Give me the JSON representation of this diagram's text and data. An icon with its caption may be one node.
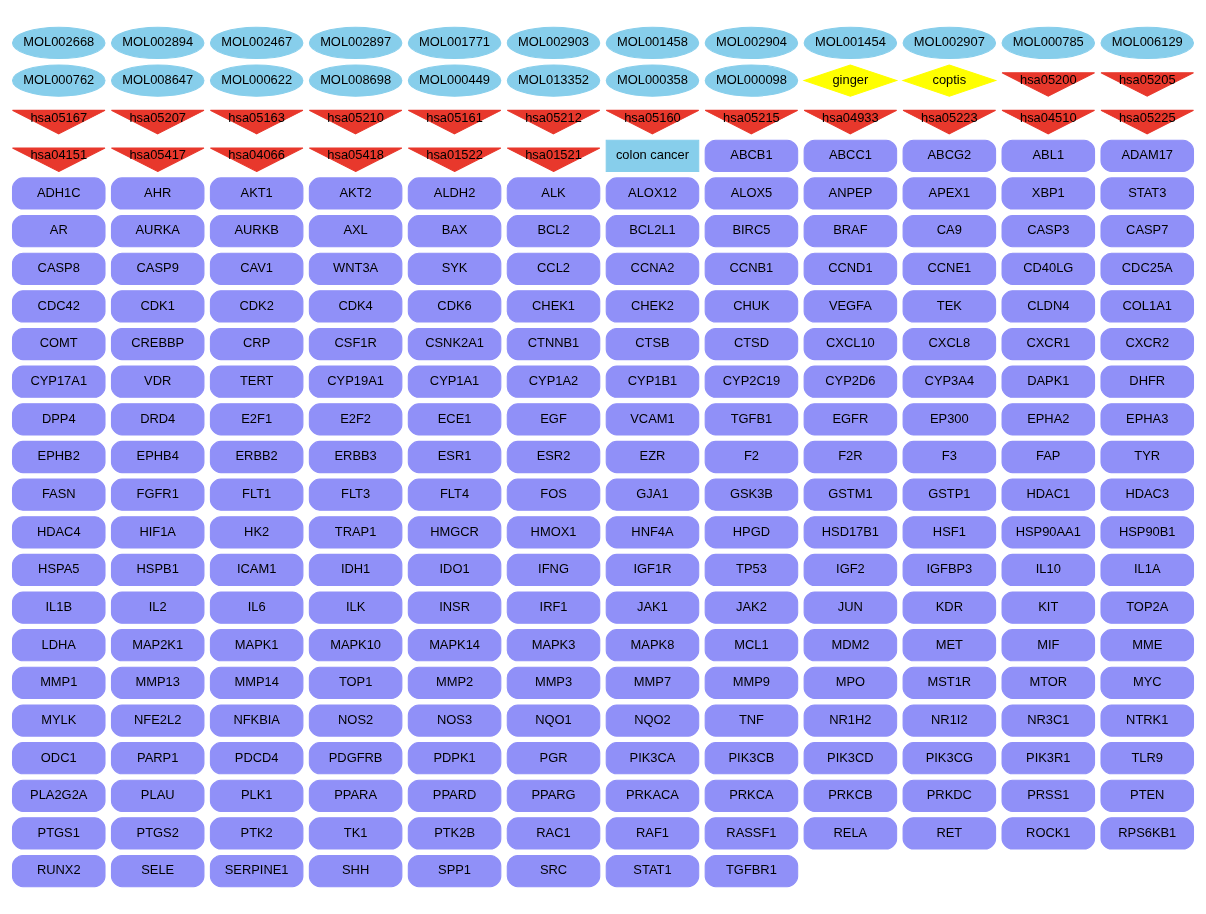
{
  "diagram": {
    "nodes": [
      {
        "text": [
          "MOL002668"
        ]
      },
      {
        "text": [
          "MOL002894"
        ]
      },
      {
        "text": [
          "MOL002467"
        ]
      },
      {
        "text": [
          "MOL002897"
        ]
      },
      {
        "text": [
          "MOL001771"
        ]
      },
      {
        "text": [
          "MOL002903"
        ]
      },
      {
        "text": [
          "MOL001458"
        ]
      },
      {
        "text": [
          "MOL002904"
        ]
      },
      {
        "text": [
          "MOL001454"
        ]
      },
      {
        "text": [
          "MOL002907"
        ]
      },
      {
        "text": [
          "MOL000785"
        ]
      },
      {
        "text": [
          "MOL006129"
        ]
      },
      {
        "text": [
          "MOL000762"
        ]
      },
      {
        "text": [
          "MOL008647"
        ]
      },
      {
        "text": [
          "MOL000622"
        ]
      },
      {
        "text": [
          "MOL008698"
        ]
      },
      {
        "text": [
          "MOL000449"
        ]
      },
      {
        "text": [
          "MOL013352"
        ]
      },
      {
        "text": [
          "MOL000358"
        ]
      },
      {
        "text": [
          "MOL000098"
        ]
      },
      {
        "text": [
          "ginger"
        ]
      },
      {
        "text": [
          "coptis"
        ]
      },
      {
        "text": [
          "hsa05200"
        ]
      },
      {
        "text": [
          "hsa05205"
        ]
      },
      {
        "text": [
          "hsa05167"
        ]
      },
      {
        "text": [
          "hsa05207"
        ]
      },
      {
        "text": [
          "hsa05163"
        ]
      },
      {
        "text": [
          "hsa05210"
        ]
      },
      {
        "text": [
          "hsa05161"
        ]
      },
      {
        "text": [
          "hsa05212"
        ]
      },
      {
        "text": [
          "hsa05160"
        ]
      },
      {
        "text": [
          "hsa05215"
        ]
      },
      {
        "text": [
          "hsa04933"
        ]
      },
      {
        "text": [
          "hsa05223"
        ]
      },
      {
        "text": [
          "hsa04510"
        ]
      },
      {
        "text": [
          "hsa05225"
        ]
      },
      {
        "text": [
          "hsa04151"
        ]
      },
      {
        "text": [
          "hsa05417"
        ]
      },
      {
        "text": [
          "hsa04066"
        ]
      },
      {
        "text": [
          "hsa05418"
        ]
      },
      {
        "text": [
          "hsa01522"
        ]
      },
      {
        "text": [
          "hsa01521"
        ]
      },
      {
        "text": [
          "colon cancer"
        ]
      },
      {
        "text": [
          "ABCB1"
        ]
      },
      {
        "text": [
          "ABCC1"
        ]
      },
      {
        "text": [
          "ABCG2"
        ]
      },
      {
        "text": [
          "ABL1"
        ]
      },
      {
        "text": [
          "ADAM17"
        ]
      },
      {
        "text": [
          "ADH1C"
        ]
      },
      {
        "text": [
          "AHR"
        ]
      },
      {
        "text": [
          "AKT1"
        ]
      },
      {
        "text": [
          "AKT2"
        ]
      },
      {
        "text": [
          "ALDH2"
        ]
      },
      {
        "text": [
          "ALK"
        ]
      },
      {
        "text": [
          "ALOX12"
        ]
      },
      {
        "text": [
          "ALOX5"
        ]
      },
      {
        "text": [
          "ANPEP"
        ]
      },
      {
        "text": [
          "APEX1"
        ]
      },
      {
        "text": [
          "XBP1"
        ]
      },
      {
        "text": [
          "STAT3"
        ]
      },
      {
        "text": [
          "AR"
        ]
      },
      {
        "text": [
          "AURKA"
        ]
      },
      {
        "text": [
          "AURKB"
        ]
      },
      {
        "text": [
          "AXL"
        ]
      },
      {
        "text": [
          "BAX"
        ]
      },
      {
        "text": [
          "BCL2"
        ]
      },
      {
        "text": [
          "BCL2L1"
        ]
      },
      {
        "text": [
          "BIRC5"
        ]
      },
      {
        "text": [
          "BRAF"
        ]
      },
      {
        "text": [
          "CA9"
        ]
      },
      {
        "text": [
          "CASP3"
        ]
      },
      {
        "text": [
          "CASP7"
        ]
      },
      {
        "text": [
          "CASP8"
        ]
      },
      {
        "text": [
          "CASP9"
        ]
      },
      {
        "text": [
          "CAV1"
        ]
      },
      {
        "text": [
          "WNT3A"
        ]
      },
      {
        "text": [
          "SYK"
        ]
      },
      {
        "text": [
          "CCL2"
        ]
      },
      {
        "text": [
          "CCNA2"
        ]
      },
      {
        "text": [
          "CCNB1"
        ]
      },
      {
        "text": [
          "CCND1"
        ]
      },
      {
        "text": [
          "CCNE1"
        ]
      },
      {
        "text": [
          "CD40LG"
        ]
      },
      {
        "text": [
          "CDC25A"
        ]
      },
      {
        "text": [
          "CDC42"
        ]
      },
      {
        "text": [
          "CDK1"
        ]
      },
      {
        "text": [
          "CDK2"
        ]
      },
      {
        "text": [
          "CDK4"
        ]
      },
      {
        "text": [
          "CDK6"
        ]
      },
      {
        "text": [
          "CHEK1"
        ]
      },
      {
        "text": [
          "CHEK2"
        ]
      },
      {
        "text": [
          "CHUK"
        ]
      },
      {
        "text": [
          "VEGFA"
        ]
      },
      {
        "text": [
          "TEK"
        ]
      },
      {
        "text": [
          "CLDN4"
        ]
      },
      {
        "text": [
          "COL1A1"
        ]
      },
      {
        "text": [
          "COMT"
        ]
      },
      {
        "text": [
          "CREBBP"
        ]
      },
      {
        "text": [
          "CRP"
        ]
      },
      {
        "text": [
          "CSF1R"
        ]
      },
      {
        "text": [
          "CSNK2A1"
        ]
      },
      {
        "text": [
          "CTNNB1"
        ]
      },
      {
        "text": [
          "CTSB"
        ]
      },
      {
        "text": [
          "CTSD"
        ]
      },
      {
        "text": [
          "CXCL10"
        ]
      },
      {
        "text": [
          "CXCL8"
        ]
      },
      {
        "text": [
          "CXCR1"
        ]
      },
      {
        "text": [
          "CXCR2"
        ]
      },
      {
        "text": [
          "CYP17A1"
        ]
      },
      {
        "text": [
          "VDR"
        ]
      },
      {
        "text": [
          "TERT"
        ]
      },
      {
        "text": [
          "CYP19A1"
        ]
      },
      {
        "text": [
          "CYP1A1"
        ]
      },
      {
        "text": [
          "CYP1A2"
        ]
      },
      {
        "text": [
          "CYP1B1"
        ]
      },
      {
        "text": [
          "CYP2C19"
        ]
      },
      {
        "text": [
          "CYP2D6"
        ]
      },
      {
        "text": [
          "CYP3A4"
        ]
      },
      {
        "text": [
          "DAPK1"
        ]
      },
      {
        "text": [
          "DHFR"
        ]
      },
      {
        "text": [
          "DPP4"
        ]
      },
      {
        "text": [
          "DRD4"
        ]
      },
      {
        "text": [
          "E2F1"
        ]
      },
      {
        "text": [
          "E2F2"
        ]
      },
      {
        "text": [
          "ECE1"
        ]
      },
      {
        "text": [
          "EGF"
        ]
      },
      {
        "text": [
          "VCAM1"
        ]
      },
      {
        "text": [
          "TGFB1"
        ]
      },
      {
        "text": [
          "EGFR"
        ]
      },
      {
        "text": [
          "EP300"
        ]
      },
      {
        "text": [
          "EPHA2"
        ]
      },
      {
        "text": [
          "EPHA3"
        ]
      },
      {
        "text": [
          "EPHB2"
        ]
      },
      {
        "text": [
          "EPHB4"
        ]
      },
      {
        "text": [
          "ERBB2"
        ]
      },
      {
        "text": [
          "ERBB3"
        ]
      },
      {
        "text": [
          "ESR1"
        ]
      },
      {
        "text": [
          "ESR2"
        ]
      },
      {
        "text": [
          "EZR"
        ]
      },
      {
        "text": [
          "F2"
        ]
      },
      {
        "text": [
          "F2R"
        ]
      },
      {
        "text": [
          "F3"
        ]
      },
      {
        "text": [
          "FAP"
        ]
      },
      {
        "text": [
          "TYR"
        ]
      },
      {
        "text": [
          "FASN"
        ]
      },
      {
        "text": [
          "FGFR1"
        ]
      },
      {
        "text": [
          "FLT1"
        ]
      },
      {
        "text": [
          "FLT3"
        ]
      },
      {
        "text": [
          "FLT4"
        ]
      },
      {
        "text": [
          "FOS"
        ]
      },
      {
        "text": [
          "GJA1"
        ]
      },
      {
        "text": [
          "GSK3B"
        ]
      },
      {
        "text": [
          "GSTM1"
        ]
      },
      {
        "text": [
          "GSTP1"
        ]
      },
      {
        "text": [
          "HDAC1"
        ]
      },
      {
        "text": [
          "HDAC3"
        ]
      },
      {
        "text": [
          "HDAC4"
        ]
      },
      {
        "text": [
          "HIF1A"
        ]
      },
      {
        "text": [
          "HK2"
        ]
      },
      {
        "text": [
          "TRAP1"
        ]
      },
      {
        "text": [
          "HMGCR"
        ]
      },
      {
        "text": [
          "HMOX1"
        ]
      },
      {
        "text": [
          "HNF4A"
        ]
      },
      {
        "text": [
          "HPGD"
        ]
      },
      {
        "text": [
          "HSD17B1"
        ]
      },
      {
        "text": [
          "HSF1"
        ]
      },
      {
        "text": [
          "HSP90AA1"
        ]
      },
      {
        "text": [
          "HSP90B1"
        ]
      },
      {
        "text": [
          "HSPA5"
        ]
      },
      {
        "text": [
          "HSPB1"
        ]
      },
      {
        "text": [
          "ICAM1"
        ]
      },
      {
        "text": [
          "IDH1"
        ]
      },
      {
        "text": [
          "IDO1"
        ]
      },
      {
        "text": [
          "IFNG"
        ]
      },
      {
        "text": [
          "IGF1R"
        ]
      },
      {
        "text": [
          "TP53"
        ]
      },
      {
        "text": [
          "IGF2"
        ]
      },
      {
        "text": [
          "IGFBP3"
        ]
      },
      {
        "text": [
          "IL10"
        ]
      },
      {
        "text": [
          "IL1A"
        ]
      },
      {
        "text": [
          "IL1B"
        ]
      },
      {
        "text": [
          "IL2"
        ]
      },
      {
        "text": [
          "IL6"
        ]
      },
      {
        "text": [
          "ILK"
        ]
      },
      {
        "text": [
          "INSR"
        ]
      },
      {
        "text": [
          "IRF1"
        ]
      },
      {
        "text": [
          "JAK1"
        ]
      },
      {
        "text": [
          "JAK2"
        ]
      },
      {
        "text": [
          "JUN"
        ]
      },
      {
        "text": [
          "KDR"
        ]
      },
      {
        "text": [
          "KIT"
        ]
      },
      {
        "text": [
          "TOP2A"
        ]
      },
      {
        "text": [
          "LDHA"
        ]
      },
      {
        "text": [
          "MAP2K1"
        ]
      },
      {
        "text": [
          "MAPK1"
        ]
      },
      {
        "text": [
          "MAPK10"
        ]
      },
      {
        "text": [
          "MAPK14"
        ]
      },
      {
        "text": [
          "MAPK3"
        ]
      },
      {
        "text": [
          "MAPK8"
        ]
      },
      {
        "text": [
          "MCL1"
        ]
      },
      {
        "text": [
          "MDM2"
        ]
      },
      {
        "text": [
          "MET"
        ]
      },
      {
        "text": [
          "MIF"
        ]
      },
      {
        "text": [
          "MME"
        ]
      },
      {
        "text": [
          "MMP1"
        ]
      },
      {
        "text": [
          "MMP13"
        ]
      },
      {
        "text": [
          "MMP14"
        ]
      },
      {
        "text": [
          "TOP1"
        ]
      },
      {
        "text": [
          "MMP2"
        ]
      },
      {
        "text": [
          "MMP3"
        ]
      },
      {
        "text": [
          "MMP7"
        ]
      },
      {
        "text": [
          "MMP9"
        ]
      },
      {
        "text": [
          "MPO"
        ]
      },
      {
        "text": [
          "MST1R"
        ]
      },
      {
        "text": [
          "MTOR"
        ]
      },
      {
        "text": [
          "MYC"
        ]
      },
      {
        "text": [
          "MYLK"
        ]
      },
      {
        "text": [
          "NFE2L2"
        ]
      },
      {
        "text": [
          "NFKBIA"
        ]
      },
      {
        "text": [
          "NOS2"
        ]
      },
      {
        "text": [
          "NOS3"
        ]
      },
      {
        "text": [
          "NQO1"
        ]
      },
      {
        "text": [
          "NQO2"
        ]
      },
      {
        "text": [
          "TNF"
        ]
      },
      {
        "text": [
          "NR1H2"
        ]
      },
      {
        "text": [
          "NR1I2"
        ]
      },
      {
        "text": [
          "NR3C1"
        ]
      },
      {
        "text": [
          "NTRK1"
        ]
      },
      {
        "text": [
          "ODC1"
        ]
      },
      {
        "text": [
          "PARP1"
        ]
      },
      {
        "text": [
          "PDCD4"
        ]
      },
      {
        "text": [
          "PDGFRB"
        ]
      },
      {
        "text": [
          "PDPK1"
        ]
      },
      {
        "text": [
          "PGR"
        ]
      },
      {
        "text": [
          "PIK3CA"
        ]
      },
      {
        "text": [
          "PIK3CB"
        ]
      },
      {
        "text": [
          "PIK3CD"
        ]
      },
      {
        "text": [
          "PIK3CG"
        ]
      },
      {
        "text": [
          "PIK3R1"
        ]
      },
      {
        "text": [
          "TLR9"
        ]
      },
      {
        "text": [
          "PLA2G2A"
        ]
      },
      {
        "text": [
          "PLAU"
        ]
      },
      {
        "text": [
          "PLK1"
        ]
      },
      {
        "text": [
          "PPARA"
        ]
      },
      {
        "text": [
          "PPARD"
        ]
      },
      {
        "text": [
          "PPARG"
        ]
      },
      {
        "text": [
          "PRKACA"
        ]
      },
      {
        "text": [
          "PRKCA"
        ]
      },
      {
        "text": [
          "PRKCB"
        ]
      },
      {
        "text": [
          "PRKDC"
        ]
      },
      {
        "text": [
          "PRSS1"
        ]
      },
      {
        "text": [
          "PTEN"
        ]
      },
      {
        "text": [
          "PTGS1"
        ]
      },
      {
        "text": [
          "PTGS2"
        ]
      },
      {
        "text": [
          "PTK2"
        ]
      },
      {
        "text": [
          "TK1"
        ]
      },
      {
        "text": [
          "PTK2B"
        ]
      },
      {
        "text": [
          "RAC1"
        ]
      },
      {
        "text": [
          "RAF1"
        ]
      },
      {
        "text": [
          "RASSF1"
        ]
      },
      {
        "text": [
          "RELA"
        ]
      },
      {
        "text": [
          "RET"
        ]
      },
      {
        "text": [
          "ROCK1"
        ]
      },
      {
        "text": [
          "RPS6KB1"
        ]
      },
      {
        "text": [
          "RUNX2"
        ]
      },
      {
        "text": [
          "SELE"
        ]
      },
      {
        "text": [
          "SERPINE1"
        ]
      },
      {
        "text": [
          "SHH"
        ]
      },
      {
        "text": [
          "SPP1"
        ]
      },
      {
        "text": [
          "SRC"
        ]
      },
      {
        "text": [
          "STAT1"
        ]
      },
      {
        "text": [
          "TGFBR1"
        ]
      }
    ]
  }
}
